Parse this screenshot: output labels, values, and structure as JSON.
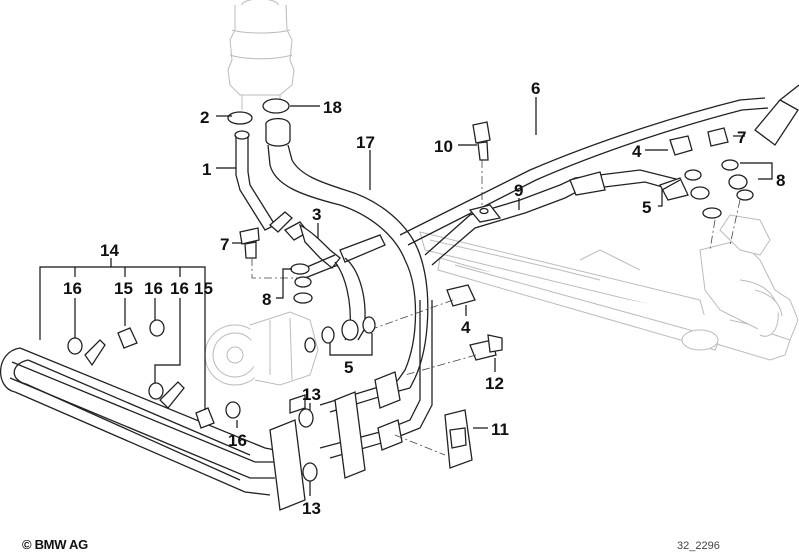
{
  "diagram": {
    "title": "Power steering hydraulic system / oil cooling lines",
    "copyright": "© BMW AG",
    "diagram_id": "32_2296",
    "callouts": [
      {
        "number": "1",
        "part": "hose"
      },
      {
        "number": "2",
        "part": "hose-clamp"
      },
      {
        "number": "3",
        "part": "pressure-hose"
      },
      {
        "number": "4",
        "part": "banjo-bolt"
      },
      {
        "number": "4",
        "part": "banjo-bolt"
      },
      {
        "number": "5",
        "part": "seal-set"
      },
      {
        "number": "5",
        "part": "seal-set"
      },
      {
        "number": "6",
        "part": "return-line"
      },
      {
        "number": "7",
        "part": "banjo-bolt"
      },
      {
        "number": "7",
        "part": "banjo-bolt"
      },
      {
        "number": "8",
        "part": "seal-set"
      },
      {
        "number": "8",
        "part": "seal-set"
      },
      {
        "number": "9",
        "part": "pressure-line"
      },
      {
        "number": "10",
        "part": "bolt"
      },
      {
        "number": "11",
        "part": "clamp-holder"
      },
      {
        "number": "12",
        "part": "bolt"
      },
      {
        "number": "13",
        "part": "o-ring"
      },
      {
        "number": "13",
        "part": "o-ring"
      },
      {
        "number": "14",
        "part": "oil-cooler"
      },
      {
        "number": "15",
        "part": "rubber-mount"
      },
      {
        "number": "15",
        "part": "rubber-mount"
      },
      {
        "number": "16",
        "part": "nut"
      },
      {
        "number": "16",
        "part": "nut"
      },
      {
        "number": "16",
        "part": "nut"
      },
      {
        "number": "16",
        "part": "nut"
      },
      {
        "number": "17",
        "part": "return-hose"
      },
      {
        "number": "18",
        "part": "hose-clamp"
      }
    ]
  }
}
